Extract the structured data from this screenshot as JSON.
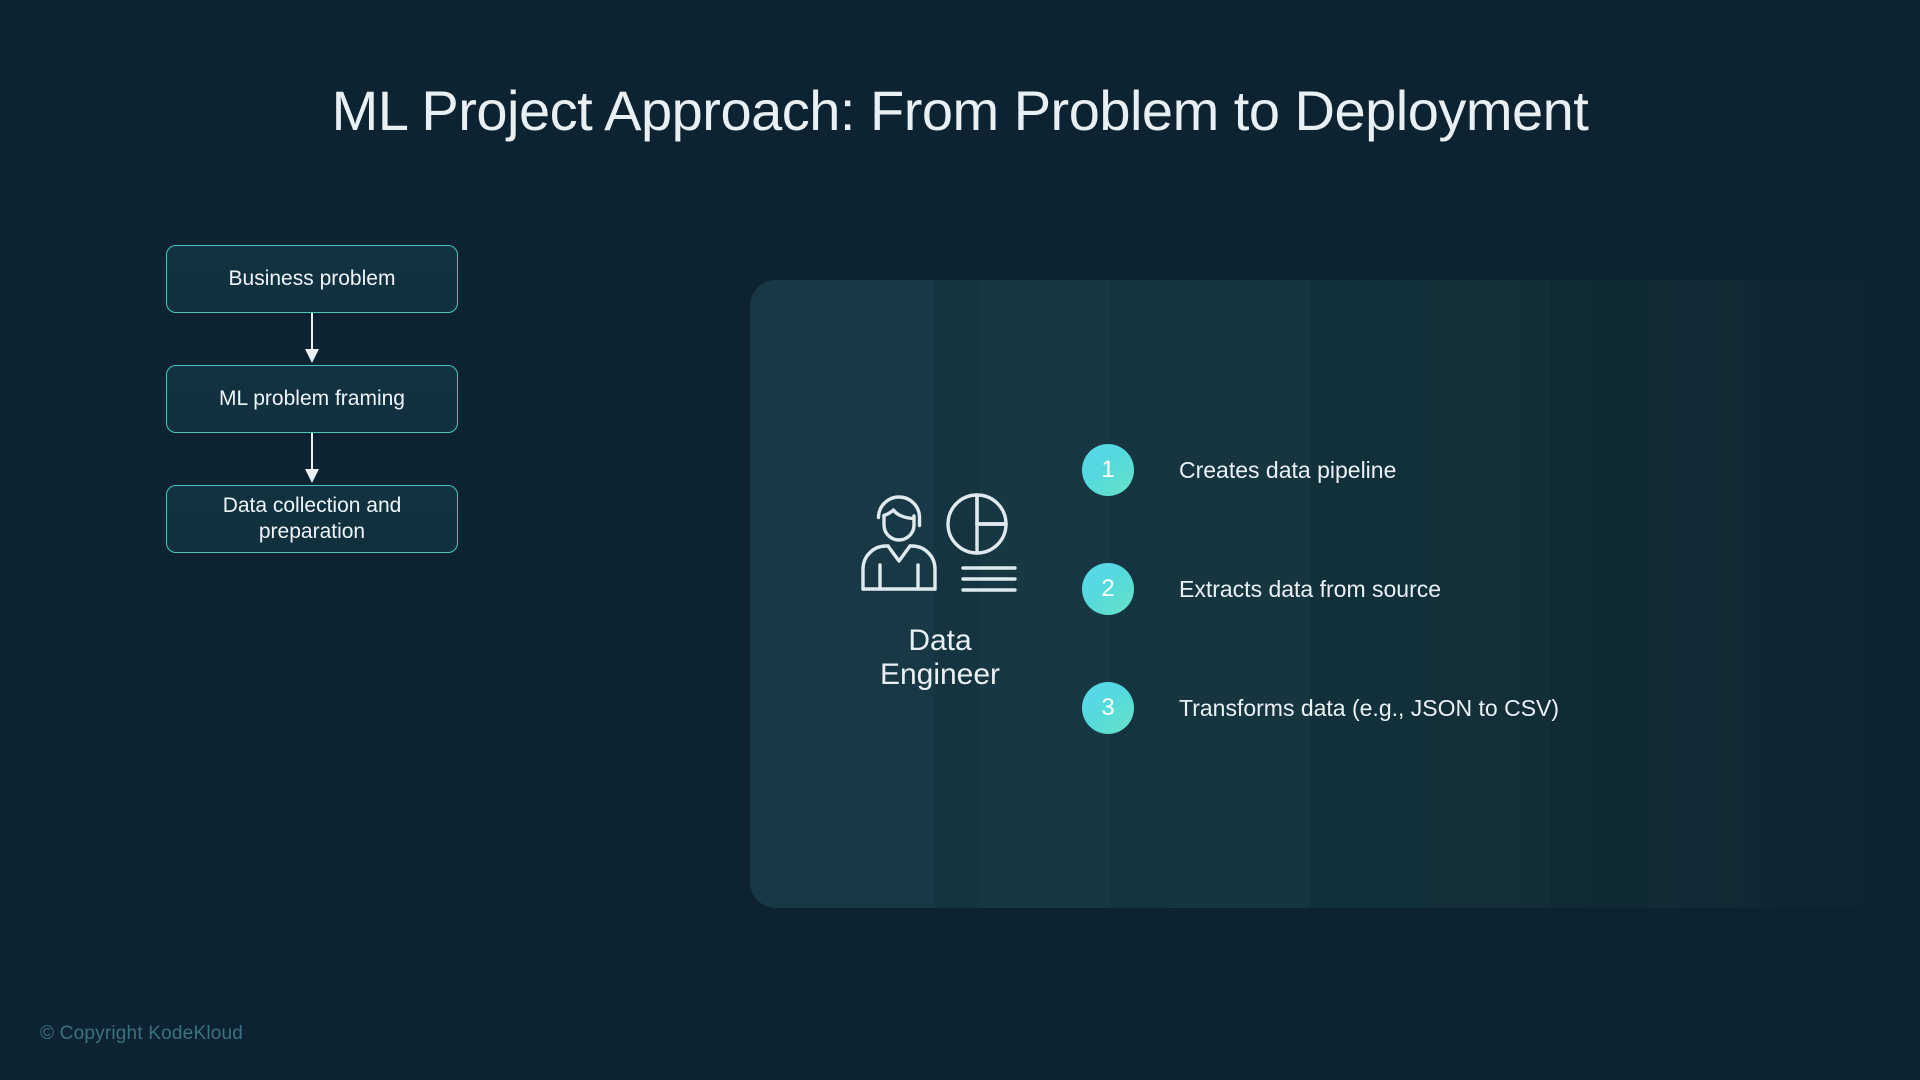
{
  "slide": {
    "title": "ML Project Approach: From Problem to Deployment",
    "background_color": "#0e2331"
  },
  "flowchart": {
    "name": "ml-project-phases",
    "accent_color": "#4fc4bd",
    "steps": [
      {
        "label": "Business problem"
      },
      {
        "label": "ML problem framing"
      },
      {
        "label": "Data collection and preparation"
      }
    ]
  },
  "panel": {
    "persona": {
      "icon": "data-engineer-icon",
      "label": "Data\nEngineer"
    },
    "responsibilities": [
      {
        "number": "1",
        "text": "Creates data pipeline"
      },
      {
        "number": "2",
        "text": "Extracts data from source"
      },
      {
        "number": "3",
        "text": "Transforms data (e.g., JSON to CSV)"
      }
    ],
    "badge_gradient": [
      "#5ad6ee",
      "#68e3c5"
    ]
  },
  "footer": {
    "copyright": "© Copyright KodeKloud",
    "color": "#3b7280"
  }
}
